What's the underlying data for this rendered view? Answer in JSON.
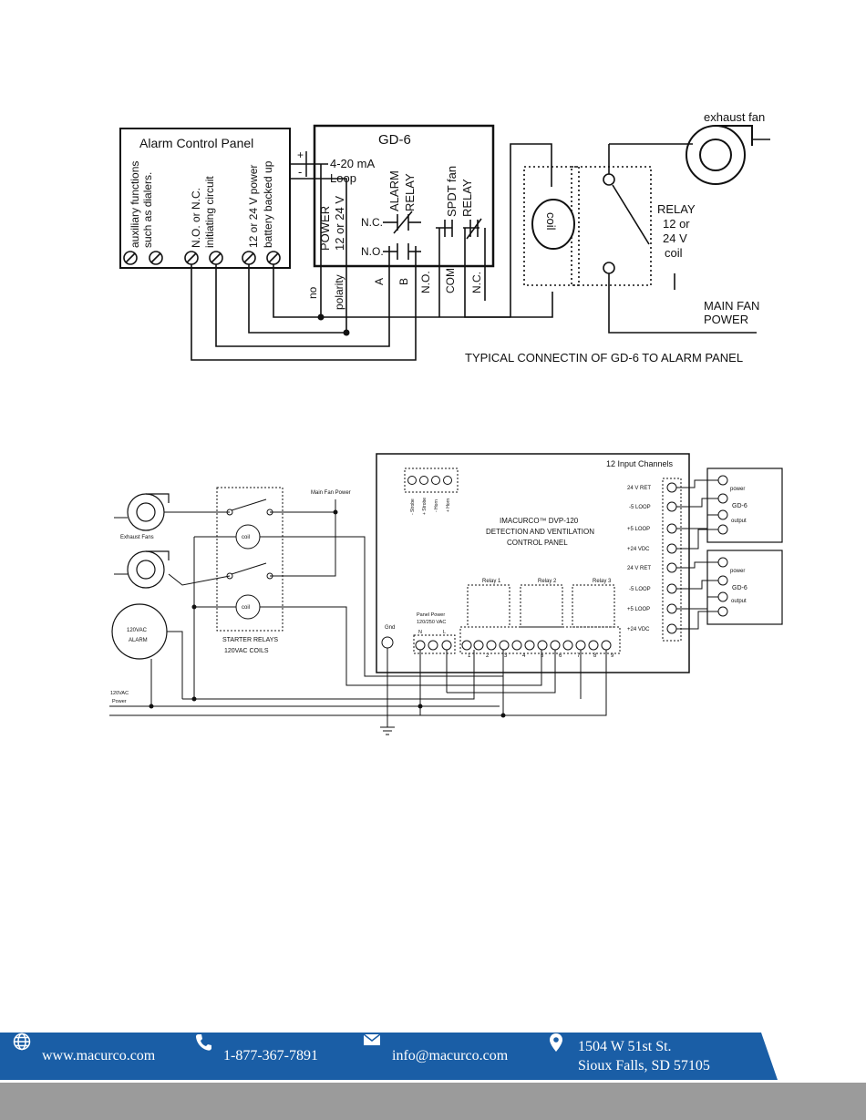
{
  "diagram1": {
    "alarm_panel": {
      "title": "Alarm Control Panel",
      "terminals": [
        "auxiliary functions",
        "such as dialers.",
        "N.O. or N.C.",
        "initiating circuit",
        "12 or 24 V power",
        "battery backed up"
      ]
    },
    "gd6": {
      "title": "GD-6",
      "plus": "+",
      "minus": "-",
      "loop_1": "4-20 mA",
      "loop_2": "Loop",
      "power_1": "POWER",
      "power_2": "12 or 24 V",
      "alarm_1": "ALARM",
      "alarm_2": "RELAY",
      "spdt_1": "SPDT fan",
      "spdt_2": "RELAY",
      "nc": "N.C.",
      "no": "N.O."
    },
    "bottom_labels": [
      "no",
      "polarity",
      "A",
      "B",
      "N.O.",
      "COM",
      "N.C."
    ],
    "coil_label": "coil",
    "relay_label": [
      "RELAY",
      "12 or",
      "24 V",
      "coil"
    ],
    "exhaust_fan": "exhaust fan",
    "main_fan_power": [
      "MAIN FAN",
      "POWER"
    ],
    "caption": "TYPICAL CONNECTIN OF GD-6 TO ALARM PANEL"
  },
  "diagram2": {
    "panel_header": "12 Input Channels",
    "panel_title": [
      "IMACURCO™ DVP-120",
      "DETECTION AND VENTILATION",
      "CONTROL PANEL"
    ],
    "strobe_horn": [
      "- Strobe",
      "+ Strobe",
      "- Horn",
      "+ Horn"
    ],
    "input_labels": [
      "24 V RET",
      "-5 LOOP",
      "+5 LOOP",
      "+24 VDC",
      "24 V RET",
      "-5 LOOP",
      "+5 LOOP",
      "+24 VDC"
    ],
    "gd6_box": {
      "title": "GD-6",
      "power": "power",
      "output": "output",
      "minus": "-",
      "plus": "+"
    },
    "relays": [
      "Relay 1",
      "Relay 2",
      "Relay 3"
    ],
    "panel_power": [
      "Panel Power",
      "120/250 VAC"
    ],
    "nl": [
      "N",
      "L"
    ],
    "terminal_numbers": [
      "1",
      "2",
      "3",
      "4",
      "5",
      "6",
      "7",
      "8",
      "9"
    ],
    "gnd": "Gnd",
    "main_fan_power": "Main Fan Power",
    "exhaust_fans": "Exhaust Fans",
    "coil": "coil",
    "starter_relays": [
      "STARTER RELAYS",
      "120VAC COILS"
    ],
    "alarm": [
      "120VAC",
      "ALARM"
    ],
    "power_120": [
      "120VAC",
      "Power"
    ]
  },
  "footer": {
    "website": "www.macurco.com",
    "phone": "1-877-367-7891",
    "email": "info@macurco.com",
    "address_1": "1504 W 51st St.",
    "address_2": "Sioux Falls, SD 57105",
    "colors": {
      "bar": "#1a5ea6",
      "strip": "#9b9b9b"
    },
    "icons": [
      "globe-icon",
      "phone-icon",
      "mail-icon",
      "location-pin-icon"
    ]
  }
}
